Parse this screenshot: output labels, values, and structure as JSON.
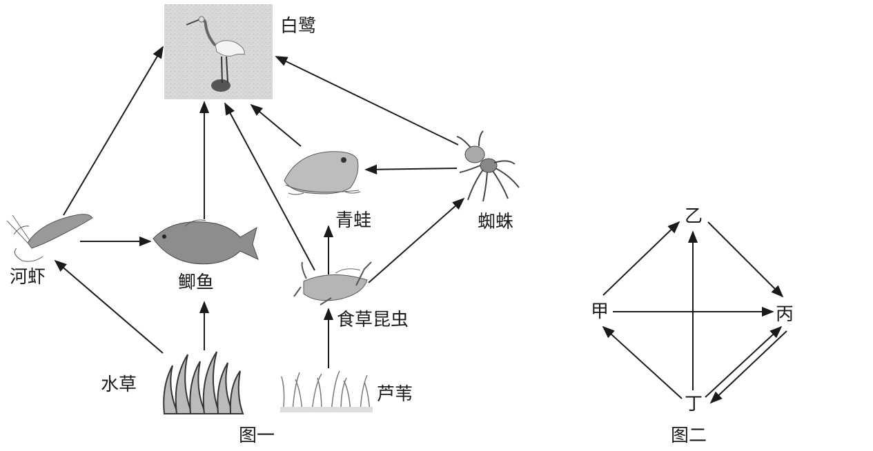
{
  "figure1": {
    "caption": "图一",
    "organisms": {
      "egret": "白鹭",
      "shrimp": "河虾",
      "crucian_carp": "鲫鱼",
      "frog": "青蛙",
      "spider": "蜘蛛",
      "insect": "食草昆虫",
      "waterweed": "水草",
      "reed": "芦苇"
    }
  },
  "figure2": {
    "caption": "图二",
    "nodes": {
      "yi": "乙",
      "jia": "甲",
      "bing": "丙",
      "ding": "丁"
    }
  }
}
